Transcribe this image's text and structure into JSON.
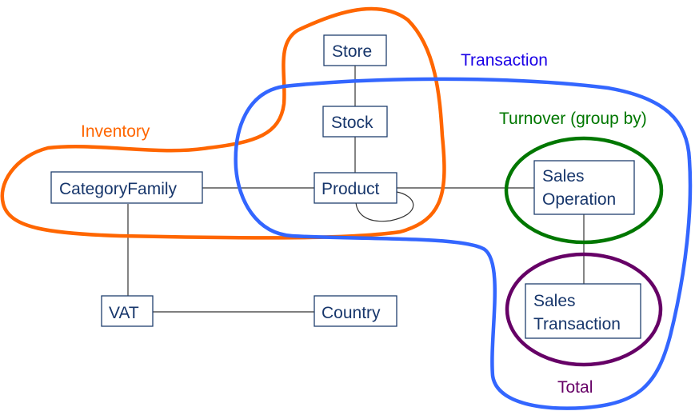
{
  "diagram": {
    "entities": {
      "store": "Store",
      "stock": "Stock",
      "product": "Product",
      "category_family": "CategoryFamily",
      "vat": "VAT",
      "country": "Country",
      "sales_operation": [
        "Sales",
        "Operation"
      ],
      "sales_transaction": [
        "Sales",
        "Transaction"
      ]
    },
    "relationships": [
      {
        "from": "Store",
        "to": "Stock"
      },
      {
        "from": "Stock",
        "to": "Product"
      },
      {
        "from": "CategoryFamily",
        "to": "Product"
      },
      {
        "from": "Product",
        "to": "Product",
        "type": "self-loop"
      },
      {
        "from": "Product",
        "to": "Sales Operation"
      },
      {
        "from": "CategoryFamily",
        "to": "VAT"
      },
      {
        "from": "VAT",
        "to": "Country"
      },
      {
        "from": "Sales Operation",
        "to": "Sales Transaction"
      }
    ],
    "groups": {
      "inventory": {
        "label": "Inventory",
        "color": "#ff6600"
      },
      "transaction": {
        "label": "Transaction",
        "color": "#3366ff",
        "label_color": "#1a00e6"
      },
      "turnover": {
        "label": "Turnover (group by)",
        "color": "#007700"
      },
      "total": {
        "label": "Total",
        "color": "#660066"
      }
    }
  }
}
